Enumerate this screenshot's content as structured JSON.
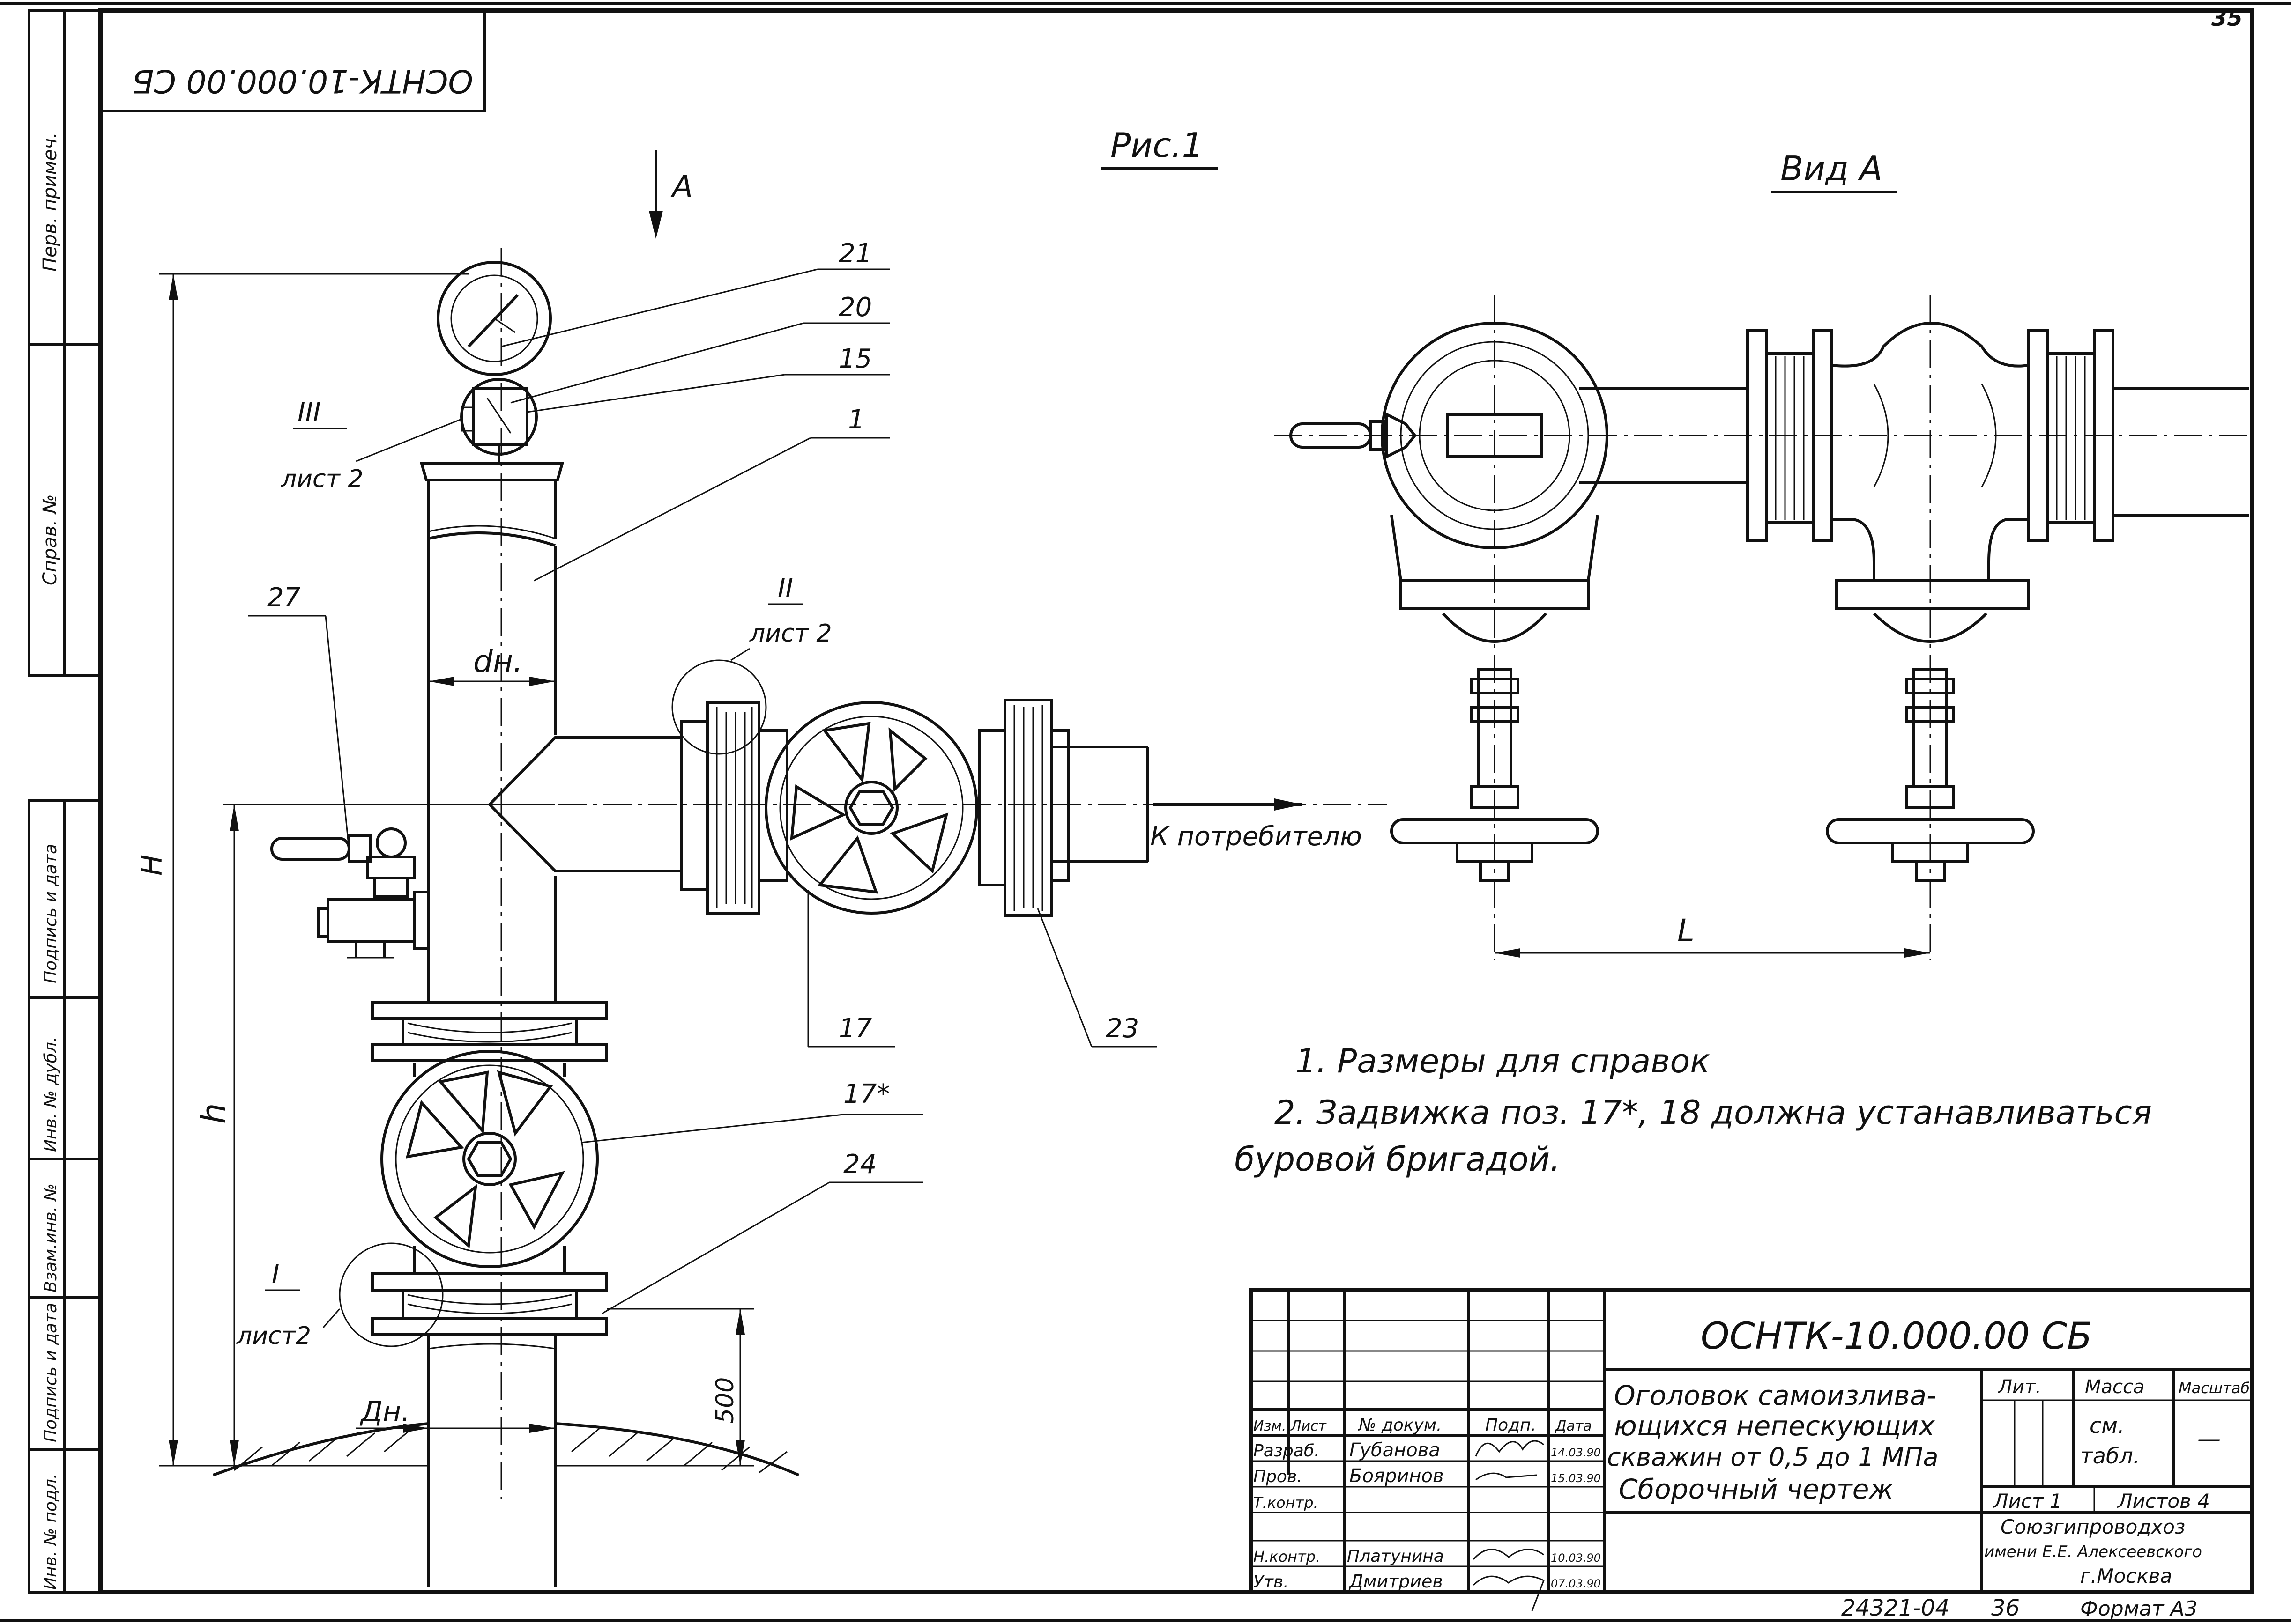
{
  "page_number": "35",
  "code_stamp": "ОСНТК-10.000.00 СБ",
  "side_stamp": {
    "cells": [
      "Перв. примеч.",
      "Справ. №",
      "Подпись и дата",
      "Инв. № дубл.",
      "Взам.инв. №",
      "Подпись и дата",
      "Инв. № подл."
    ]
  },
  "figure_title": "Рис.1",
  "view_a_title": "Вид А",
  "arrow_a_label": "А",
  "dimensions": {
    "H": "H",
    "h": "h",
    "dn": "dн.",
    "Dn": "Дн.",
    "h500": "500",
    "L": "L"
  },
  "leaders": {
    "p21": "21",
    "p20": "20",
    "p15": "15",
    "p1": "1",
    "p27": "27",
    "p17": "17",
    "p23": "23",
    "p17s": "17*",
    "p24": "24"
  },
  "detail_refs": [
    {
      "num": "III",
      "sheet": "лист 2"
    },
    {
      "num": "II",
      "sheet": "лист 2"
    },
    {
      "num": "I",
      "sheet": "лист2"
    }
  ],
  "consumer_label": "К потребителю",
  "notes": [
    "1. Размеры для справок",
    "2. Задвижка поз. 17*, 18 должна устанавливаться",
    "буровой бригадой."
  ],
  "title_block": {
    "designation": "ОСНТК-10.000.00 СБ",
    "name_lines": [
      "Оголовок самоизлива-",
      "ющихся непескующих",
      "скважин от 0,5 до 1 МПа",
      "Сборочный чертеж"
    ],
    "header": [
      "Изм.",
      "Лист",
      "№ докум.",
      "Подп.",
      "Дата"
    ],
    "rows": [
      {
        "role": "Разраб.",
        "name": "Губанова",
        "date": "14.03.90"
      },
      {
        "role": "Пров.",
        "name": "Бояринов",
        "date": "15.03.90"
      },
      {
        "role": "Т.контр.",
        "name": "",
        "date": ""
      },
      {
        "role": "",
        "name": "",
        "date": ""
      },
      {
        "role": "Н.контр.",
        "name": "Платунина",
        "date": "10.03.90"
      },
      {
        "role": "Утв.",
        "name": "Дмитриев",
        "date": "07.03.90"
      }
    ],
    "lit_label": "Лит.",
    "mass_label": "Масса",
    "scale_label": "Масштаб",
    "mass_value_1": "см.",
    "mass_value_2": "табл.",
    "scale_value": "—",
    "sheet_label": "Лист 1",
    "sheets_label": "Листов 4",
    "org_lines": [
      "Союзгипроводхоз",
      "имени Е.Е. Алексеевского",
      "г.Москва"
    ]
  },
  "bottom_number": "24321-04",
  "bottom_sheet": "36",
  "format_label": "Формат А3"
}
